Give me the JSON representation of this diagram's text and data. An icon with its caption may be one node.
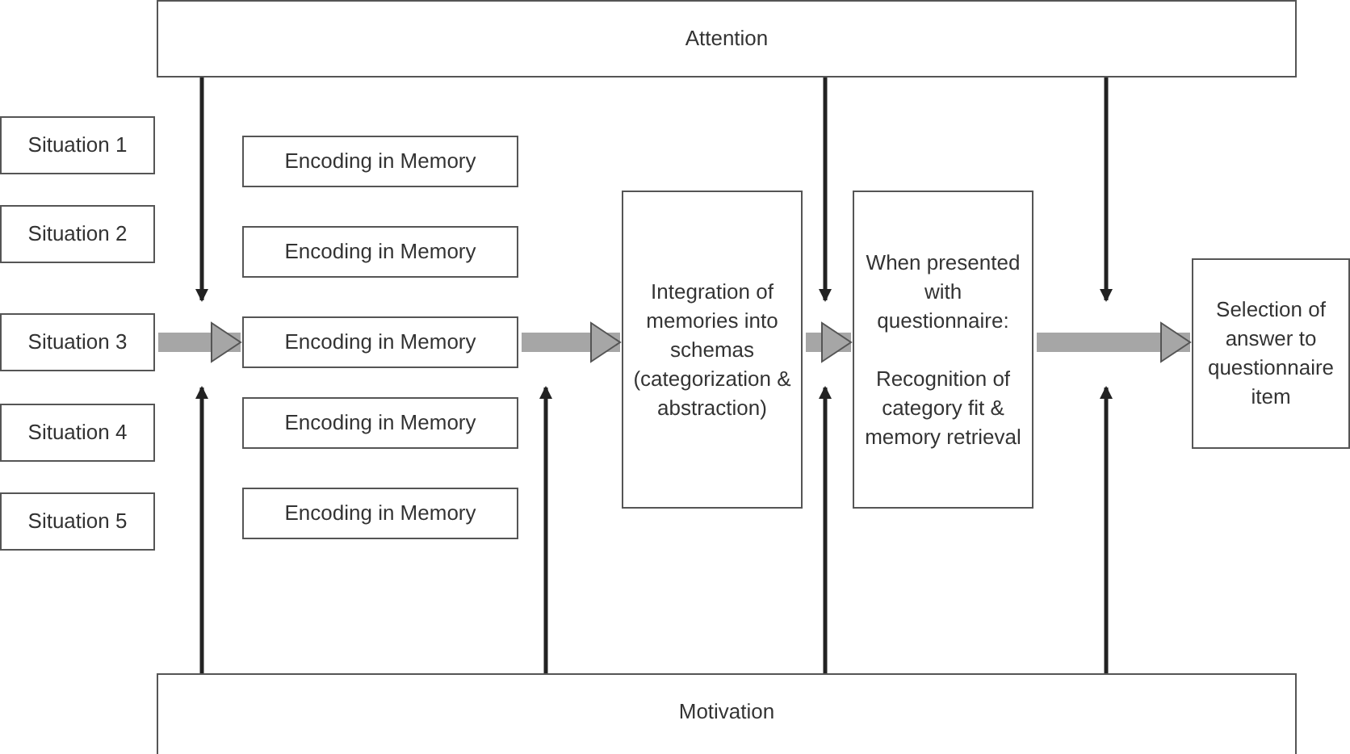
{
  "diagram": {
    "nodes": [
      {
        "text": [
          "Attention"
        ]
      },
      {
        "text": [
          "Situation 1"
        ]
      },
      {
        "text": [
          "Situation 2"
        ]
      },
      {
        "text": [
          "Situation 3"
        ]
      },
      {
        "text": [
          "Situation 4"
        ]
      },
      {
        "text": [
          "Situation 5"
        ]
      },
      {
        "text": [
          "Encoding in Memory"
        ]
      },
      {
        "text": [
          "Encoding in Memory"
        ]
      },
      {
        "text": [
          "Encoding in Memory"
        ]
      },
      {
        "text": [
          "Encoding in Memory"
        ]
      },
      {
        "text": [
          "Encoding in Memory"
        ]
      },
      {
        "text": [
          "Integration of memories into schemas (categorization & abstraction)"
        ]
      },
      {
        "text": [
          "When presented with questionnaire:",
          "Recognition of category fit & memory retrieval"
        ]
      },
      {
        "text": [
          "Selection of answer to questionnaire item"
        ]
      },
      {
        "text": [
          "Motivation"
        ]
      }
    ],
    "edges": [
      {
        "from": 3,
        "to": 8,
        "arrow": "to",
        "style": "thick",
        "color": "#a6a6a6"
      },
      {
        "from": 8,
        "to": 11,
        "arrow": "to",
        "style": "thick",
        "color": "#a6a6a6"
      },
      {
        "from": 11,
        "to": 12,
        "arrow": "to",
        "style": "thick",
        "color": "#a6a6a6"
      },
      {
        "from": 12,
        "to": 13,
        "arrow": "to",
        "style": "thick",
        "color": "#a6a6a6"
      },
      {
        "from": 0,
        "to": 8,
        "arrow": "to"
      },
      {
        "from": 0,
        "to": 11,
        "arrow": "to"
      },
      {
        "from": 0,
        "to": null,
        "arrow": "to"
      },
      {
        "from": 14,
        "to": 9,
        "arrow": "to"
      },
      {
        "from": 14,
        "to": 9,
        "arrow": "to"
      },
      {
        "from": 14,
        "to": 11,
        "arrow": "to"
      },
      {
        "from": 14,
        "to": null,
        "arrow": "to"
      }
    ]
  }
}
